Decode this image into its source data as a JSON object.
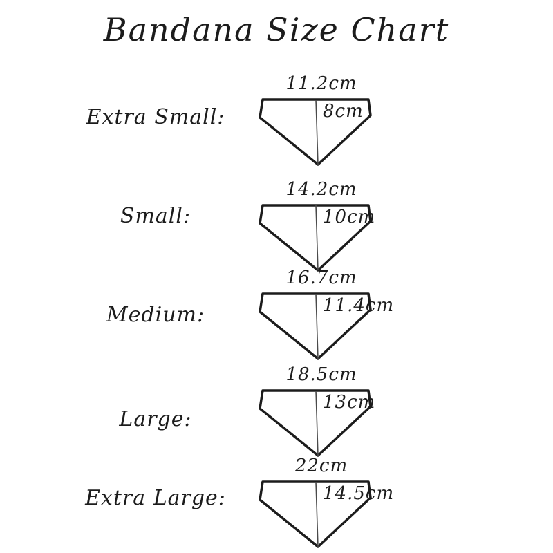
{
  "page": {
    "title": "Bandana Size Chart",
    "background_color": "#ffffff",
    "ink_color": "#1c1c1c",
    "fold_line_color": "#4a4a4a"
  },
  "sizes": [
    {
      "label": "Extra Small:",
      "width": "11.2cm",
      "height": "8cm"
    },
    {
      "label": "Small:",
      "width": "14.2cm",
      "height": "10cm"
    },
    {
      "label": "Medium:",
      "width": "16.7cm",
      "height": "11.4cm"
    },
    {
      "label": "Large:",
      "width": "18.5cm",
      "height": "13cm"
    },
    {
      "label": "Extra Large:",
      "width": "22cm",
      "height": "14.5cm"
    }
  ]
}
